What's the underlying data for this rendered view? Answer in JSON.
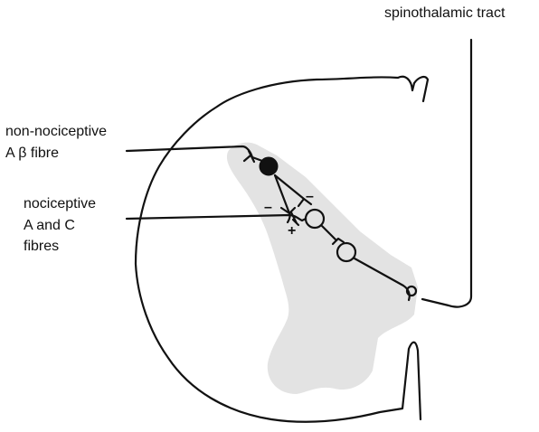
{
  "labels": {
    "spinothalamic_tract": "spinothalamic tract",
    "abeta_line1": "non-nociceptive",
    "abeta_line2_prefix": "A",
    "abeta_line2_greek": "β",
    "abeta_line2_suffix": "fibre",
    "nociceptive_line1": "nociceptive",
    "nociceptive_line2": "A and C",
    "nociceptive_line3": "fibres"
  },
  "signs": {
    "inhibitory_left": "–",
    "inhibitory_right": "–",
    "excitatory": "+"
  },
  "colors": {
    "grey_matter": "#e3e3e3",
    "line": "#111111",
    "inhibitory_interneuron": "#111111",
    "background": "#ffffff"
  }
}
